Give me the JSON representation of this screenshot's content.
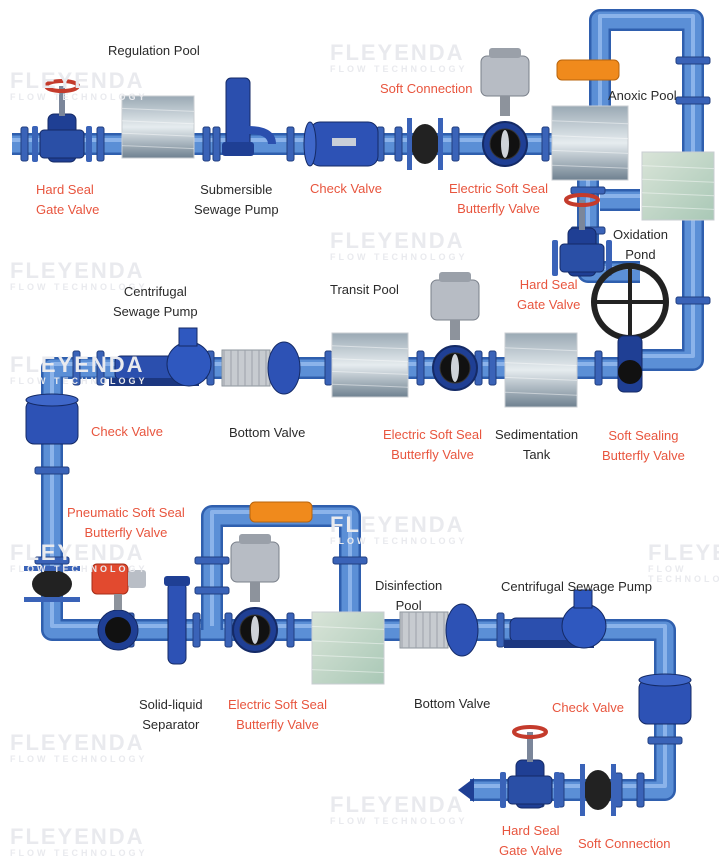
{
  "watermark": {
    "brand": "FLEYENDA",
    "tagline": "FLOW TECHNOLOGY"
  },
  "row1": {
    "regulation_pool": "Regulation Pool",
    "hard_seal_gate_valve": [
      "Hard Seal",
      "Gate Valve"
    ],
    "submersible_pump": [
      "Submersible",
      "Sewage Pump"
    ],
    "check_valve": "Check Valve",
    "soft_connection": "Soft Connection",
    "electric_butterfly": [
      "Electric Soft Seal",
      "Butterfly Valve"
    ],
    "anoxic_pool": "Anoxic Pool",
    "oxidation_pond": [
      "Oxidation",
      "Pond"
    ],
    "hard_seal_gate_valve_2": [
      "Hard Seal",
      "Gate Valve"
    ]
  },
  "row2": {
    "centrifugal_pump": [
      "Centrifugal",
      "Sewage Pump"
    ],
    "transit_pool": "Transit Pool",
    "check_valve": "Check Valve",
    "bottom_valve": "Bottom Valve",
    "electric_butterfly": [
      "Electric Soft Seal",
      "Butterfly Valve"
    ],
    "sedimentation_tank": [
      "Sedimentation",
      "Tank"
    ],
    "soft_sealing_butterfly": [
      "Soft Sealing",
      "Butterfly Valve"
    ]
  },
  "row3": {
    "pneumatic_butterfly": [
      "Pneumatic Soft Seal",
      "Butterfly Valve"
    ],
    "disinfection_pool": [
      "Disinfection",
      "Pool"
    ],
    "centrifugal_pump": "Centrifugal Sewage Pump",
    "separator": [
      "Solid-liquid",
      "Separator"
    ],
    "electric_butterfly": [
      "Electric Soft Seal",
      "Butterfly Valve"
    ],
    "bottom_valve": "Bottom Valve",
    "check_valve": "Check Valve",
    "hard_seal_gate_valve": [
      "Hard Seal",
      "Gate Valve"
    ],
    "soft_connection": "Soft Connection"
  },
  "colors": {
    "pipe": "#5b8fd6",
    "pipe_dark": "#2f5fae",
    "flange": "#3a63b8",
    "valve_body": "#1f3f94",
    "rubber": "#222222",
    "red_label": "#e8553e",
    "orange_connector": "#f08a1c",
    "actuator": "#b7bcc4"
  }
}
